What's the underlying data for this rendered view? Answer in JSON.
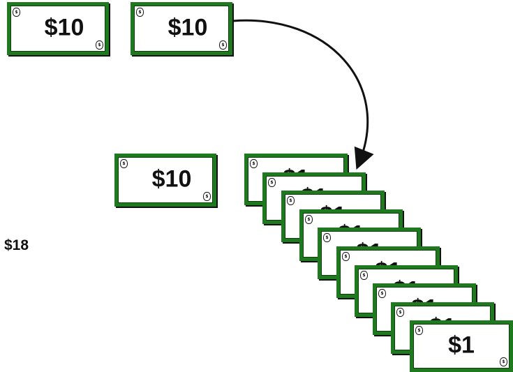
{
  "bills_top": [
    {
      "amount": "$10",
      "seal": "$"
    },
    {
      "amount": "$10",
      "seal": "$"
    }
  ],
  "bill_middle": {
    "amount": "$10",
    "seal": "$"
  },
  "ones": {
    "count": 10,
    "amount": "$1",
    "seal": "$"
  },
  "total_label": "$18",
  "colors": {
    "bill_border": "#1f7a1f",
    "ink": "#111111"
  }
}
